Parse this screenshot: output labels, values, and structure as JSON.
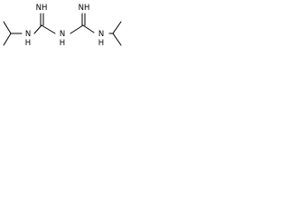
{
  "molecule": {
    "labels": {
      "imine_left": "NH",
      "imine_right": "NH",
      "nh_left": "N",
      "nh_left_h": "H",
      "nh_center": "N",
      "nh_center_h": "H",
      "nh_right": "N",
      "nh_right_h": "H"
    },
    "colors": {
      "bond": "#000000",
      "text": "#000000",
      "background": "#ffffff"
    }
  }
}
